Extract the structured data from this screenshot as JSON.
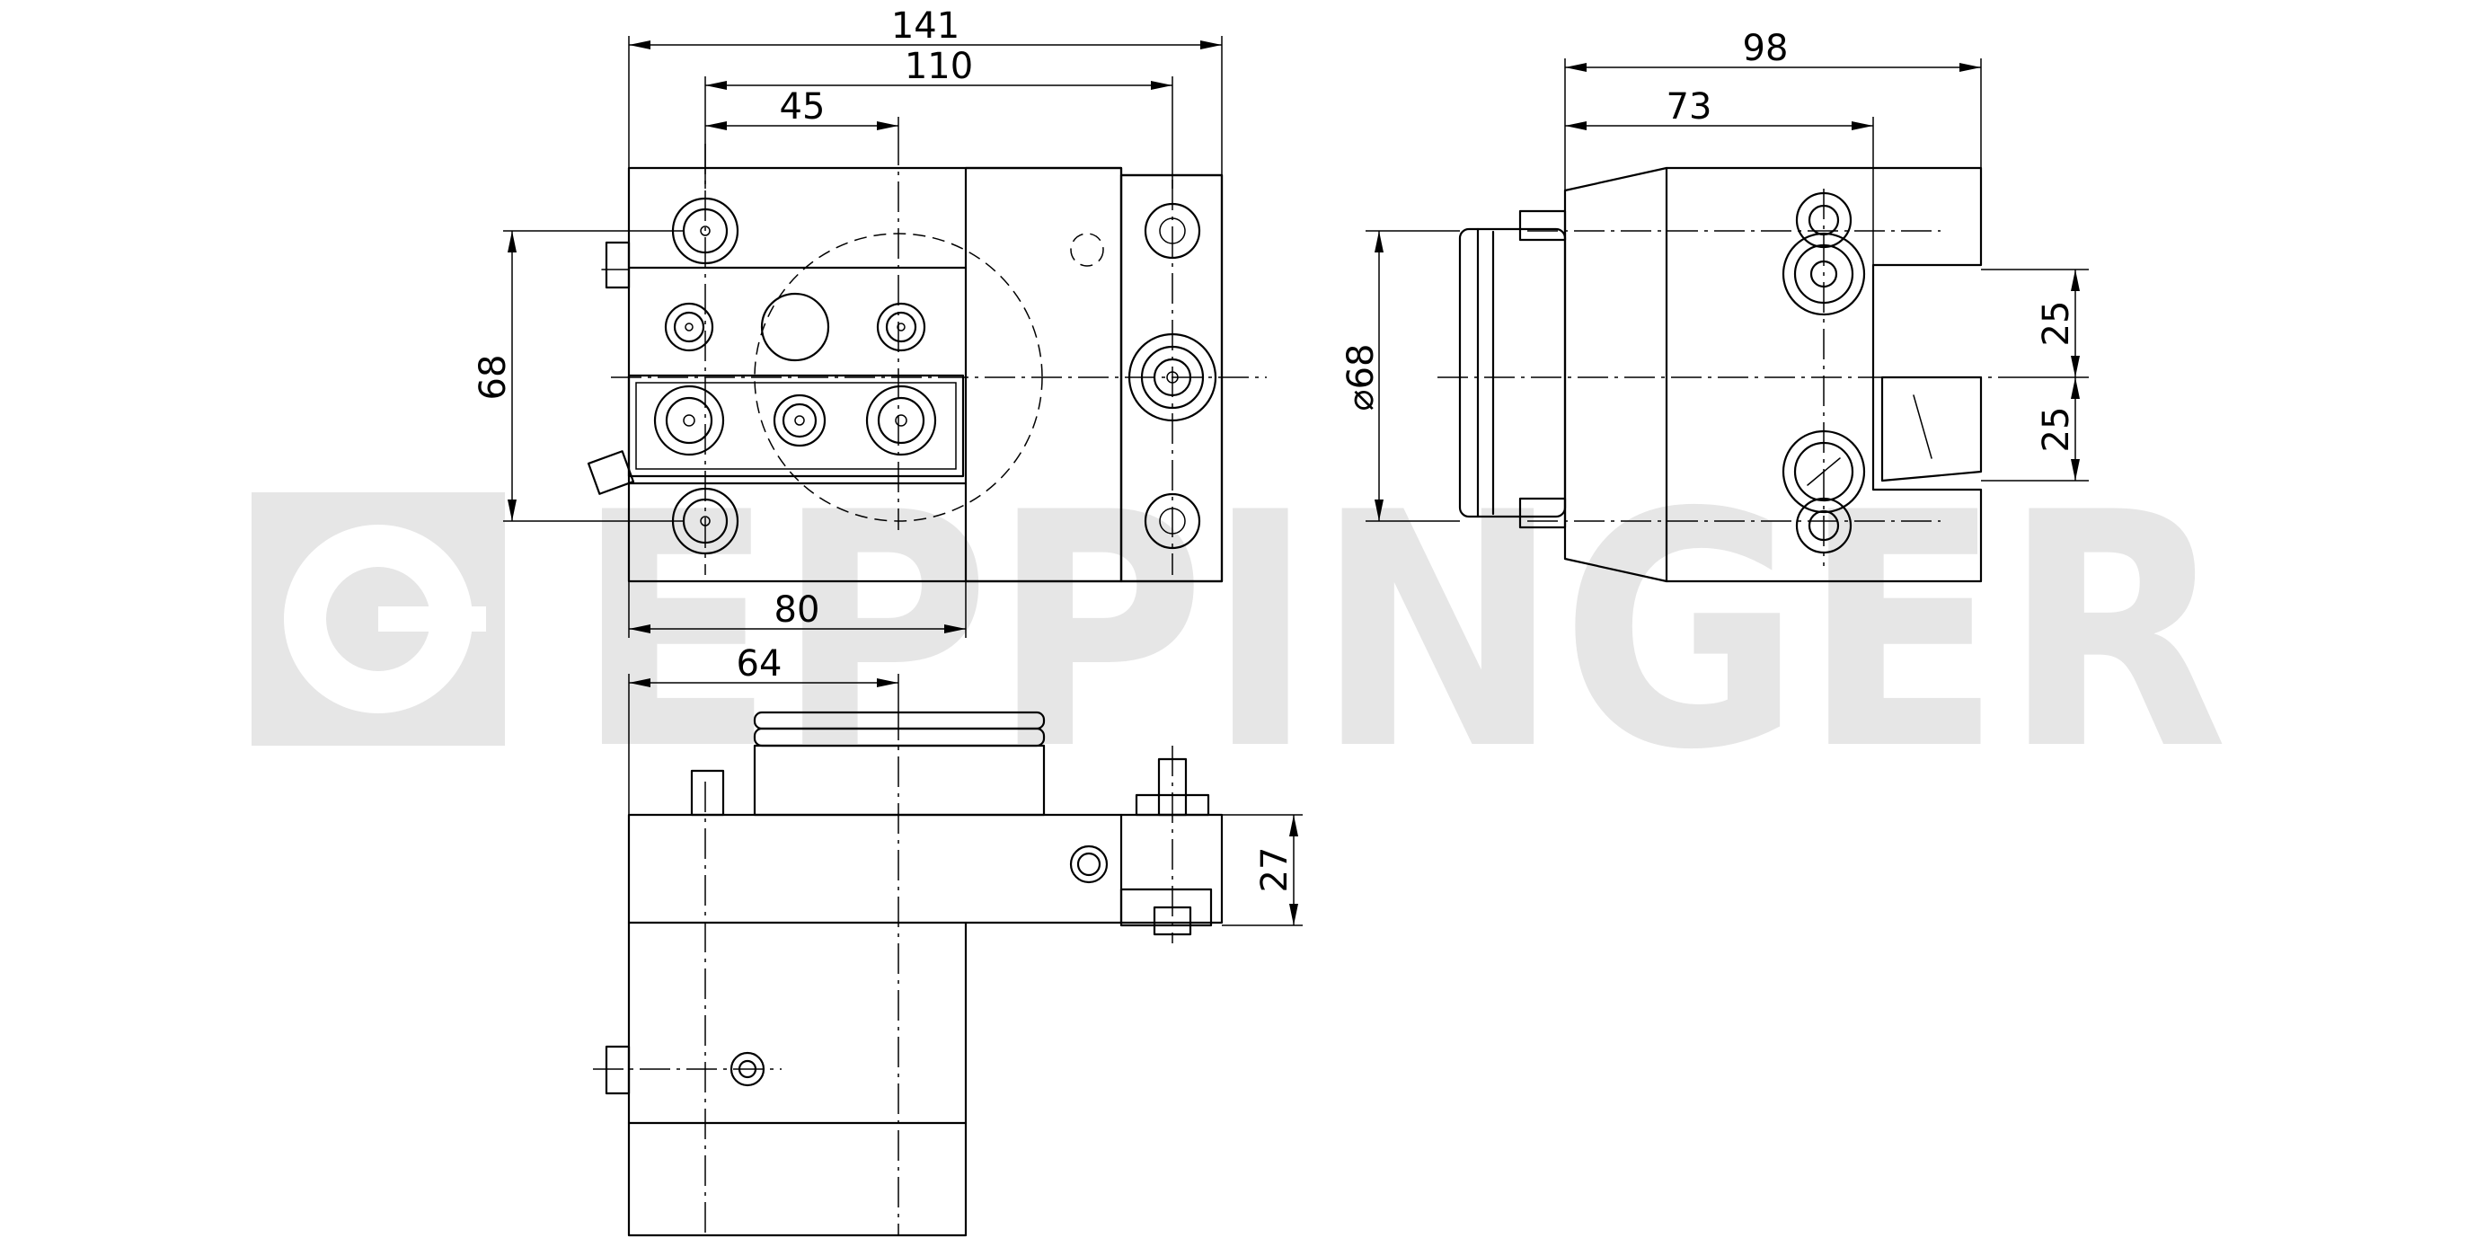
{
  "watermark": {
    "brand": "EPPINGER",
    "color": "#e6e6e6",
    "icon": "eppinger-logo-icon"
  },
  "dimensions": {
    "front_width_total": "141",
    "front_width_110": "110",
    "front_width_45": "45",
    "front_height_68": "68",
    "front_width_80": "80",
    "side_width_98": "98",
    "side_width_73": "73",
    "side_diameter": "⌀68",
    "side_offset_upper": "25",
    "side_offset_lower": "25",
    "top_width_64": "64",
    "top_height_27": "27"
  },
  "line_color": "#000000"
}
